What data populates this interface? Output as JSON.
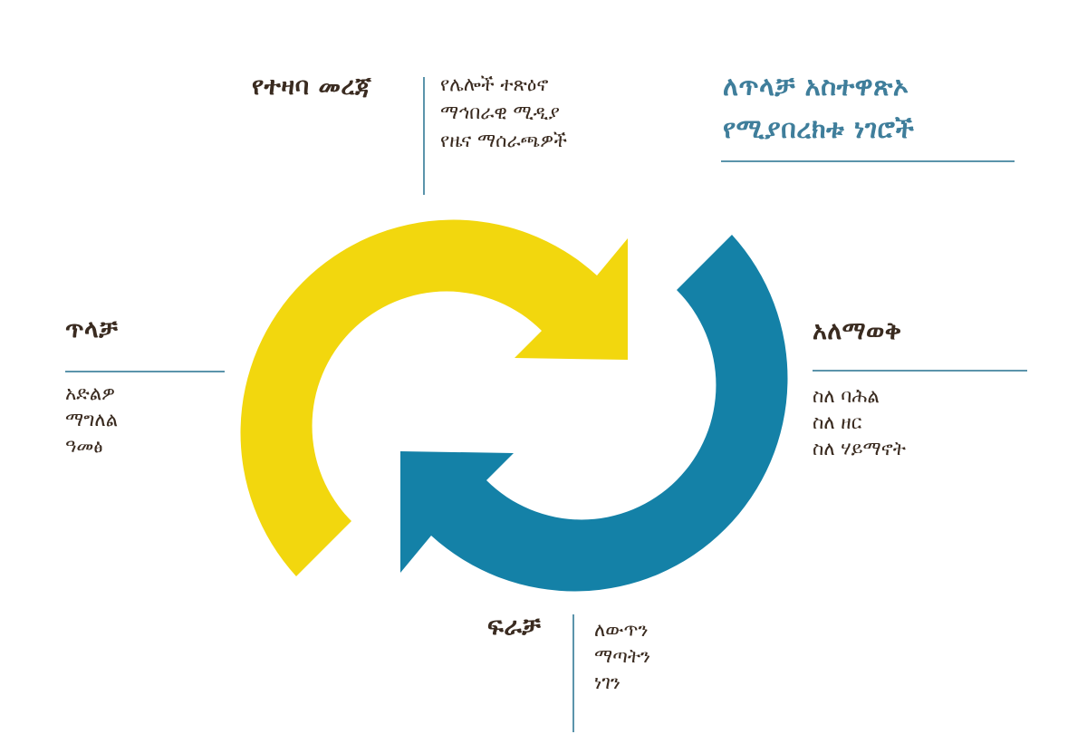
{
  "title": {
    "line1": "ለጥላቻ አስተዋጽኦ",
    "line2": "የሚያበረክቱ ነገሮች"
  },
  "nodes": [
    {
      "id": "misinformation",
      "label": "የተዛባ መረጃ",
      "items": [
        "የሌሎች ተጽዕኖ",
        "ማኅበራዊ ሚዲያ",
        "የዜና ማሰራጫዎች"
      ]
    },
    {
      "id": "ignorance",
      "label": "አለማወቅ",
      "items": [
        "ስለ ባሕል",
        "ስለ ዘር",
        "ስለ ሃይማኖት"
      ]
    },
    {
      "id": "fear",
      "label": "ፍራቻ",
      "items": [
        "ለውጥን",
        "ማጣትን",
        "ነገን"
      ]
    },
    {
      "id": "hatred",
      "label": "ጥላቻ",
      "items": [
        "አድልዎ",
        "ማግለል",
        "ዓመፅ"
      ]
    }
  ],
  "colors": {
    "arrow_yellow": "#F2D70E",
    "arrow_teal": "#1481A7",
    "title": "#3F7E9B",
    "divider": "#5B94AB",
    "text": "#3A2B20"
  }
}
